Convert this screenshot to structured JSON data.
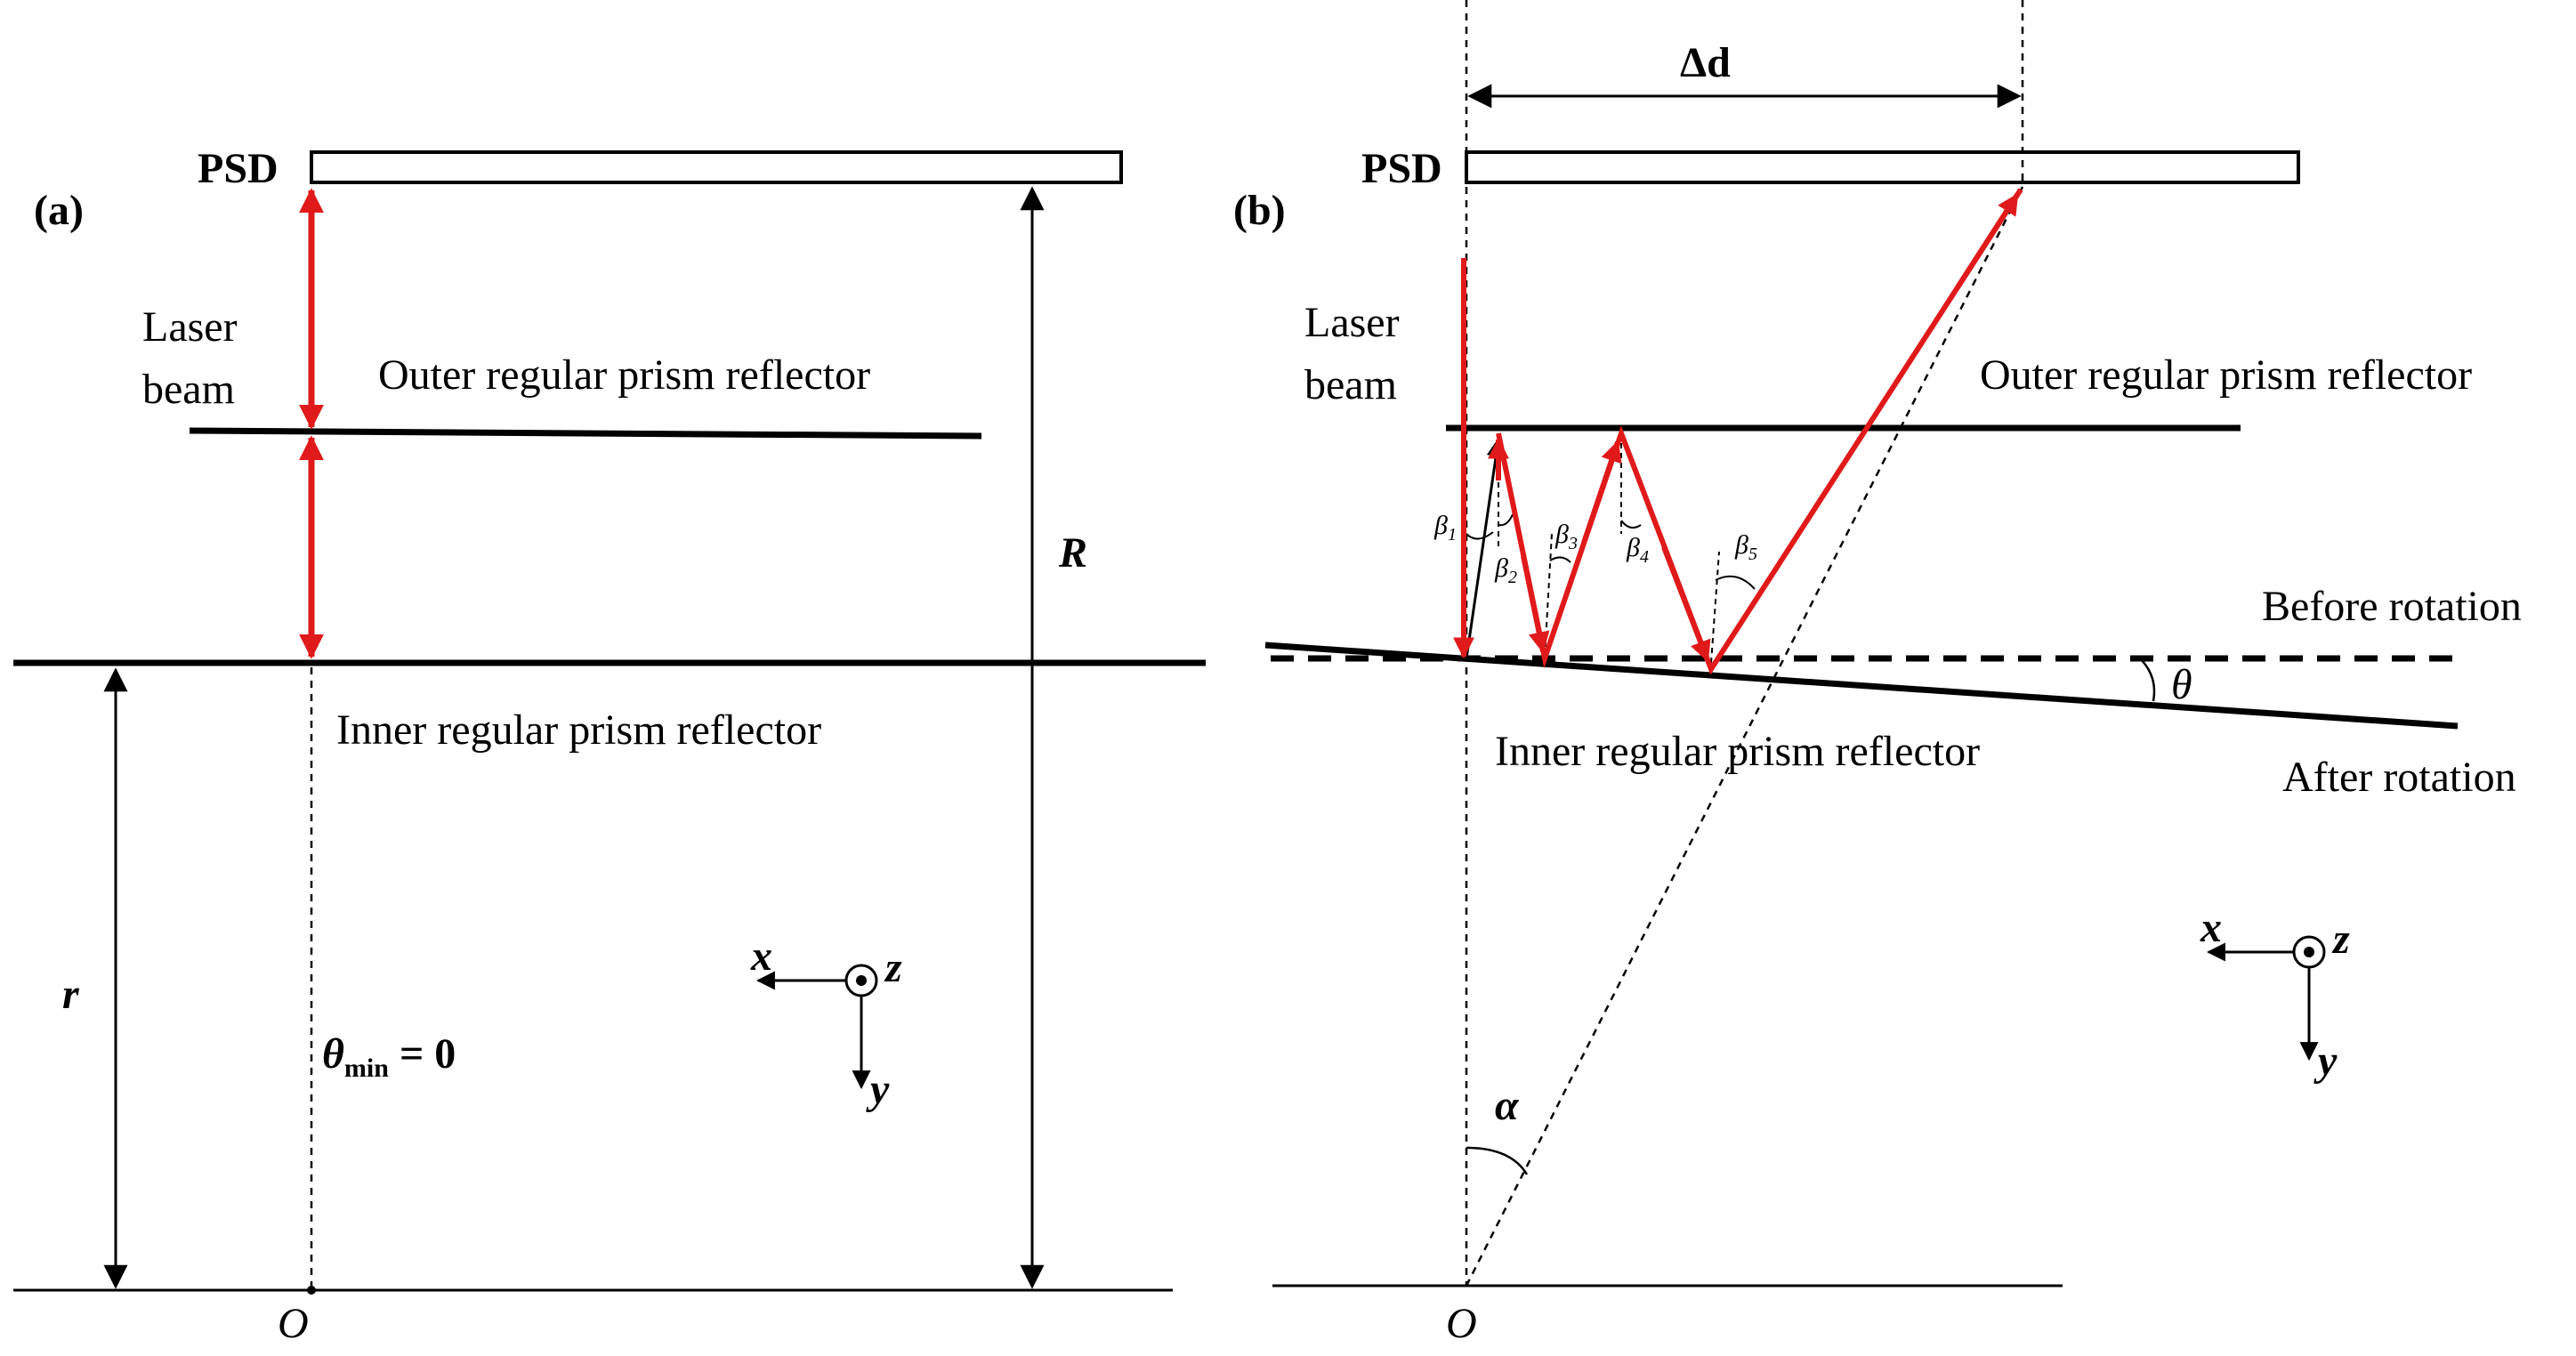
{
  "panel_a": {
    "tag": "(a)",
    "psd": "PSD",
    "laser_line1": "Laser",
    "laser_line2": "beam",
    "outer_label": "Outer regular prism reflector",
    "inner_label": "Inner regular prism reflector",
    "R": "R",
    "r": "r",
    "theta": "θ",
    "theta_sub": "min",
    "theta_eq": " = 0",
    "axis_x": "x",
    "axis_y": "y",
    "axis_z": "z",
    "origin": "O"
  },
  "panel_b": {
    "tag": "(b)",
    "psd": "PSD",
    "delta_d": "Δd",
    "laser_line1": "Laser",
    "laser_line2": "beam",
    "outer_label": "Outer regular prism reflector",
    "inner_label": "Inner regular prism reflector",
    "before_rotation": "Before rotation",
    "after_rotation": "After rotation",
    "theta": "θ",
    "alpha": "α",
    "beta": "β",
    "beta_subs": [
      "1",
      "2",
      "3",
      "4",
      "5"
    ],
    "axis_x": "x",
    "axis_y": "y",
    "axis_z": "z",
    "origin": "O"
  },
  "colors": {
    "beam": "#e01a1a",
    "line": "#000000"
  }
}
